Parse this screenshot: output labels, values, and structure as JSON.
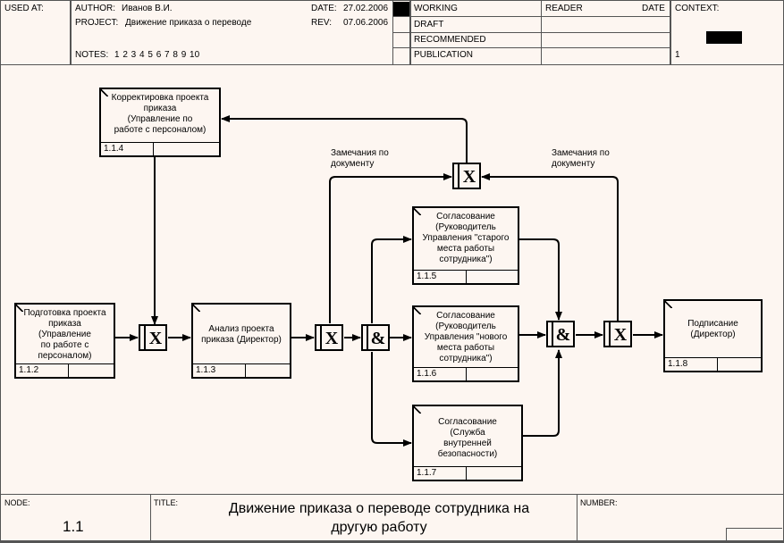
{
  "header": {
    "used_at_label": "USED AT:",
    "author_label": "AUTHOR:",
    "author_value": "Иванов В.И.",
    "project_label": "PROJECT:",
    "project_value": "Движение приказа о переводе",
    "notes_label": "NOTES:",
    "notes_value": "1  2  3  4  5  6  7  8  9  10",
    "date_label": "DATE:",
    "date_value": "27.02.2006",
    "rev_label": "REV:",
    "rev_value": "07.06.2006",
    "status_rows": [
      "WORKING",
      "DRAFT",
      "RECOMMENDED",
      "PUBLICATION"
    ],
    "active_status": "WORKING",
    "reader_label": "READER",
    "reader_date_label": "DATE",
    "context_label": "CONTEXT:",
    "context_number": "1"
  },
  "boxes": [
    {
      "id": "box-1-1-2",
      "text": "Подготовка проекта приказа (Управление по работе с персоналом)",
      "lines": [
        "Подготовка проекта",
        "приказа",
        "(Управление",
        "по работе с",
        "персоналом)"
      ],
      "number": "1.1.2"
    },
    {
      "id": "box-1-1-3",
      "lines": [
        "Анализ проекта",
        "приказа (Директор)"
      ],
      "number": "1.1.3"
    },
    {
      "id": "box-1-1-4",
      "lines": [
        "Корректировка проекта",
        "приказа",
        "(Управление по",
        "работе с персоналом)"
      ],
      "number": "1.1.4"
    },
    {
      "id": "box-1-1-5",
      "lines": [
        "Согласование",
        "(Руководитель",
        "Управления \"старого",
        "места работы",
        "сотрудника\")"
      ],
      "number": "1.1.5"
    },
    {
      "id": "box-1-1-6",
      "lines": [
        "Согласование",
        "(Руководитель",
        "Управления \"нового",
        "места работы",
        "сотрудника\")"
      ],
      "number": "1.1.6"
    },
    {
      "id": "box-1-1-7",
      "lines": [
        "Согласование",
        "(Служба",
        "внутренней",
        "безопасности)"
      ],
      "number": "1.1.7"
    },
    {
      "id": "box-1-1-8",
      "lines": [
        "Подписание",
        "(Директор)"
      ],
      "number": "1.1.8"
    }
  ],
  "junctions": [
    {
      "id": "junction-x-1",
      "symbol": "X"
    },
    {
      "id": "junction-x-2",
      "symbol": "X"
    },
    {
      "id": "junction-and-1",
      "symbol": "&"
    },
    {
      "id": "junction-x-3",
      "symbol": "X"
    },
    {
      "id": "junction-and-2",
      "symbol": "&"
    },
    {
      "id": "junction-x-4",
      "symbol": "X"
    }
  ],
  "arrow_labels": {
    "left_remarks": [
      "Замечания по",
      "документу"
    ],
    "right_remarks": [
      "Замечания по",
      "документу"
    ]
  },
  "footer": {
    "node_label": "NODE:",
    "node_value": "1.1",
    "title_label": "TITLE:",
    "title_line1": "Движение приказа о переводе сотрудника на",
    "title_line2": "другую работу",
    "number_label": "NUMBER:"
  }
}
